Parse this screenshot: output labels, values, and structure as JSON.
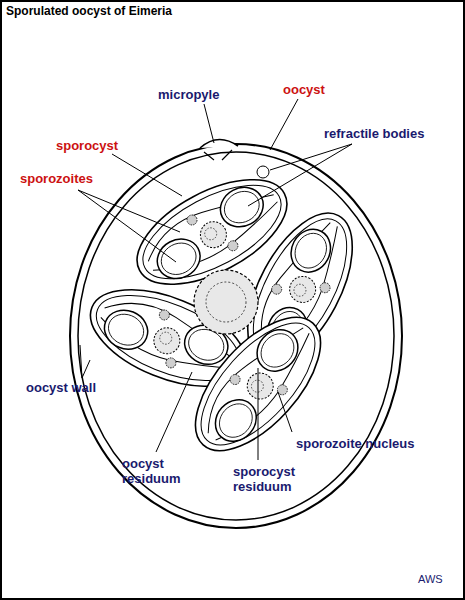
{
  "diagram": {
    "title": "Sporulated oocyst of Eimeria",
    "labels": [
      "micropyle",
      "oocyst",
      "refractile bodies",
      "sporocyst",
      "sporozoites",
      "oocyst wall",
      "oocyst residuum",
      "sporozoite nucleus",
      "sporocyst residuum",
      "AWS"
    ]
  }
}
